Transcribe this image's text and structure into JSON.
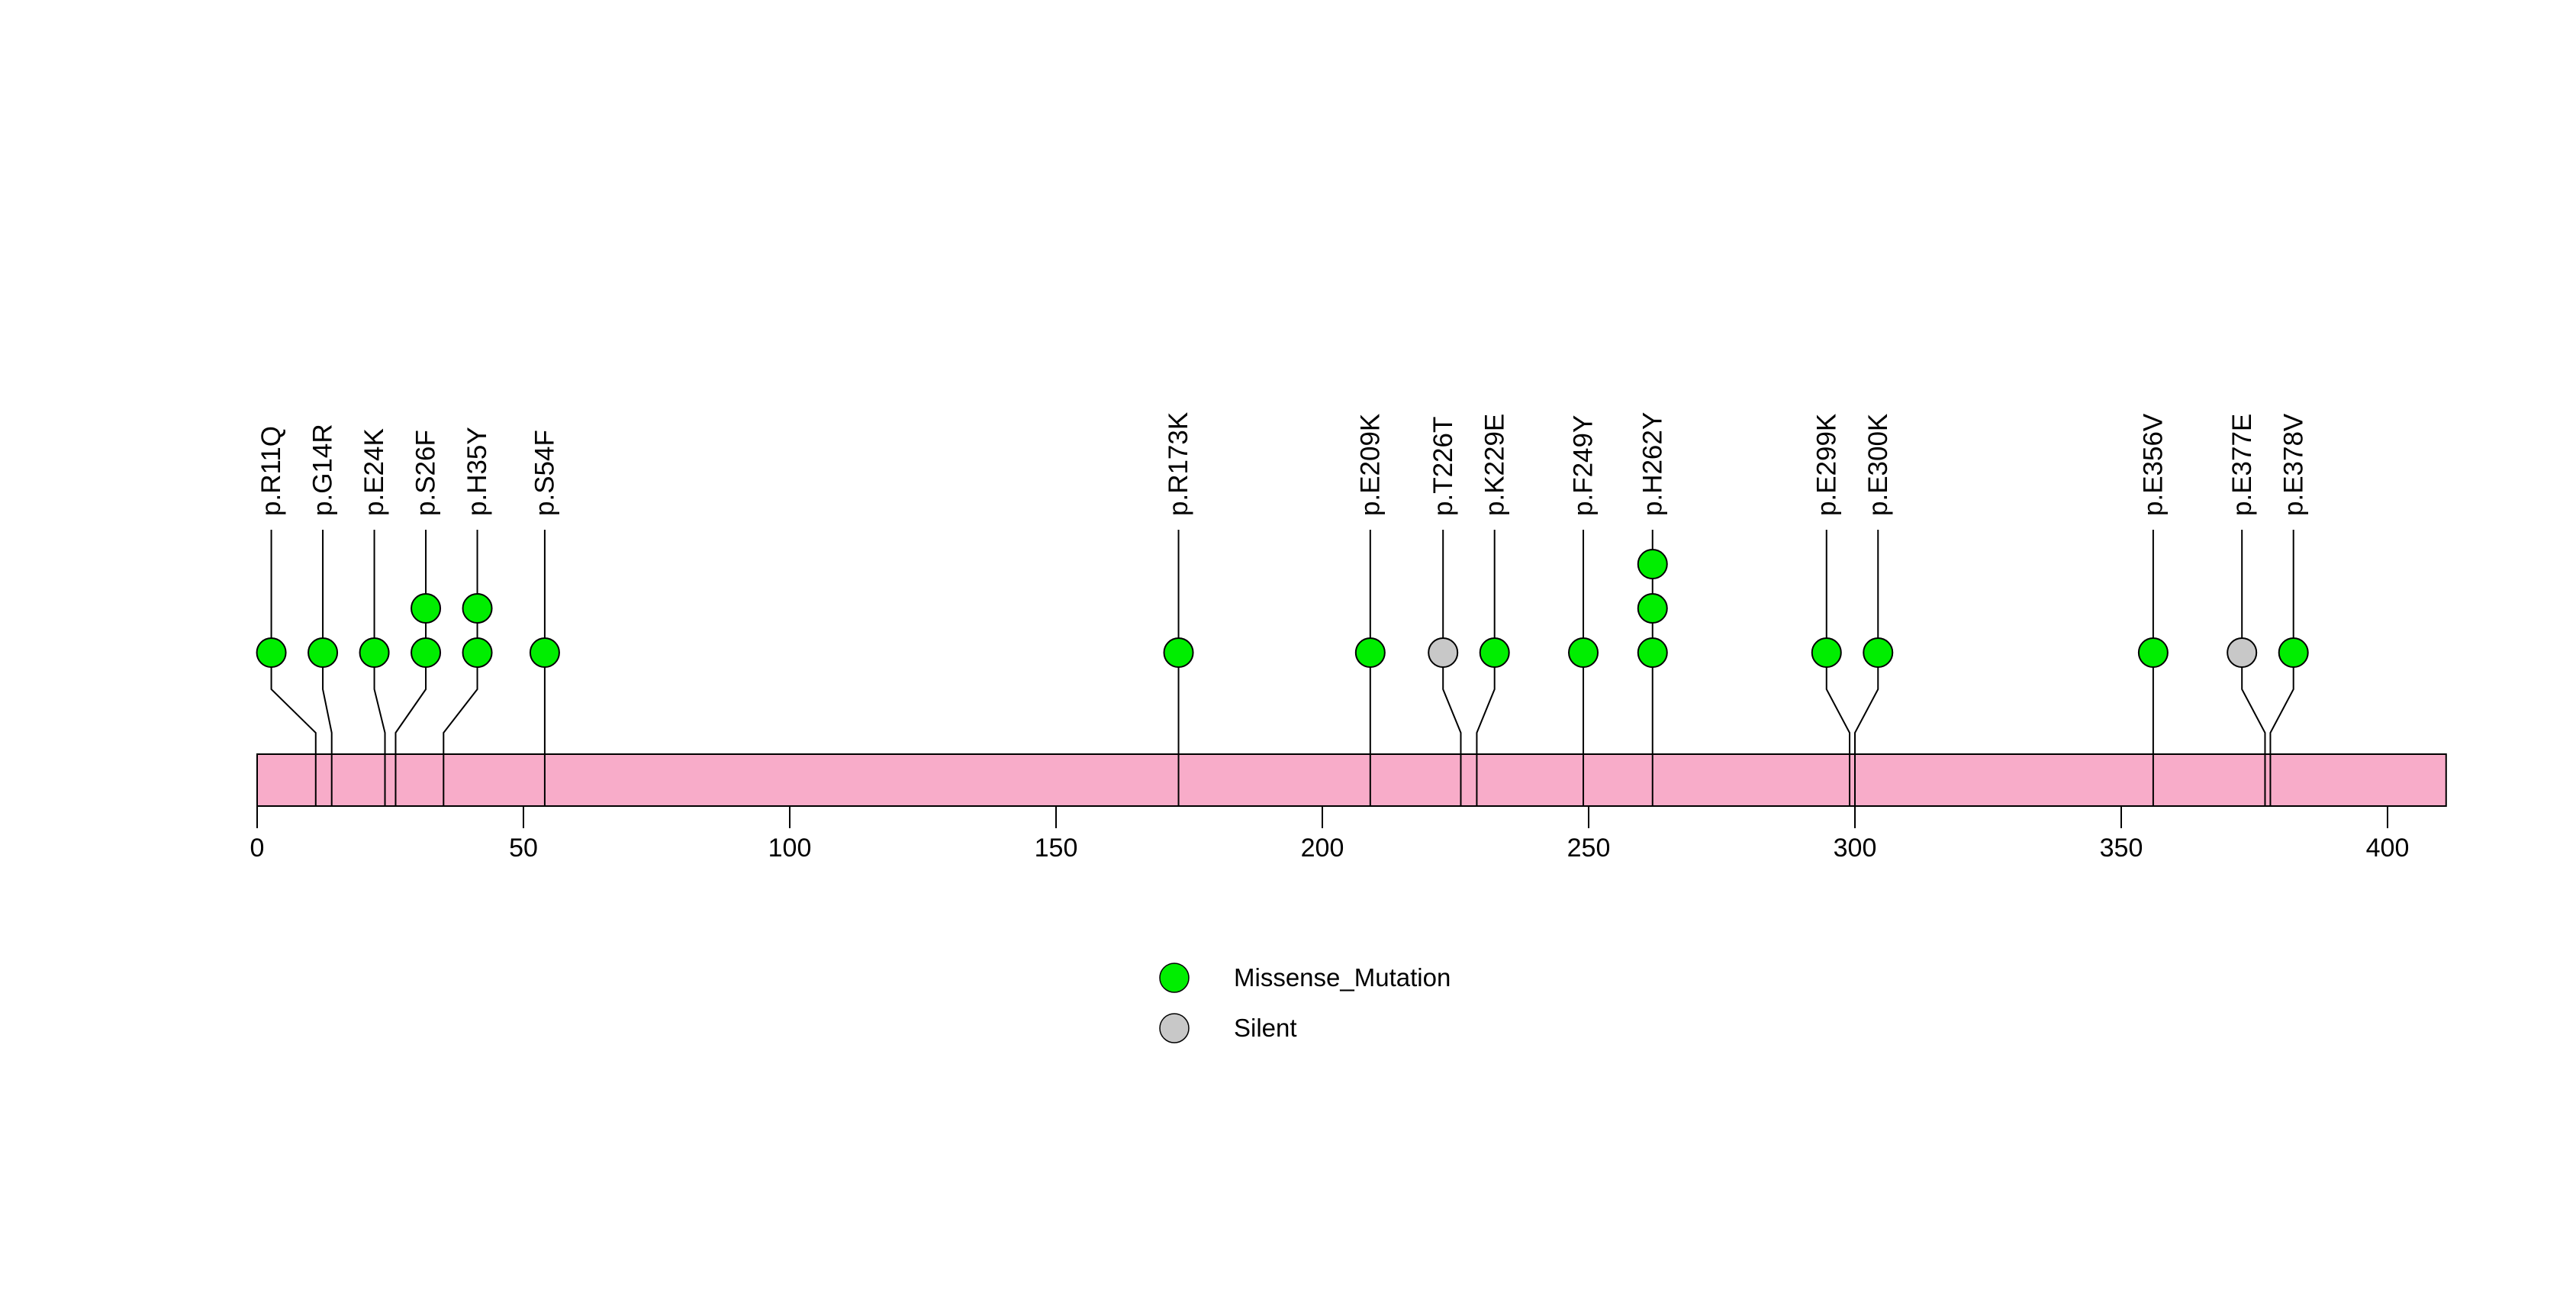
{
  "figure": {
    "background_color": "#ffffff",
    "chart_data": {
      "type": "lollipop",
      "title": "",
      "xlabel": "",
      "ylabel": "",
      "xlim": [
        0,
        411
      ],
      "grid": false,
      "protein": {
        "start": 0,
        "end": 411,
        "bar_color": "#f8acc9",
        "border_color": "#000000"
      },
      "axis_ticks": [
        0,
        50,
        100,
        150,
        200,
        250,
        300,
        350,
        400
      ],
      "mutation_types": {
        "Missense_Mutation": "#00ee00",
        "Silent": "#c8c8c8"
      },
      "mutations": [
        {
          "label": "p.R11Q",
          "position": 11,
          "count": 1,
          "type": "Missense_Mutation"
        },
        {
          "label": "p.G14R",
          "position": 14,
          "count": 1,
          "type": "Missense_Mutation"
        },
        {
          "label": "p.E24K",
          "position": 24,
          "count": 1,
          "type": "Missense_Mutation"
        },
        {
          "label": "p.S26F",
          "position": 26,
          "count": 2,
          "type": "Missense_Mutation"
        },
        {
          "label": "p.H35Y",
          "position": 35,
          "count": 2,
          "type": "Missense_Mutation"
        },
        {
          "label": "p.S54F",
          "position": 54,
          "count": 1,
          "type": "Missense_Mutation"
        },
        {
          "label": "p.R173K",
          "position": 173,
          "count": 1,
          "type": "Missense_Mutation"
        },
        {
          "label": "p.E209K",
          "position": 209,
          "count": 1,
          "type": "Missense_Mutation"
        },
        {
          "label": "p.T226T",
          "position": 226,
          "count": 1,
          "type": "Silent"
        },
        {
          "label": "p.K229E",
          "position": 229,
          "count": 1,
          "type": "Missense_Mutation"
        },
        {
          "label": "p.F249Y",
          "position": 249,
          "count": 1,
          "type": "Missense_Mutation"
        },
        {
          "label": "p.H262Y",
          "position": 262,
          "count": 3,
          "type": "Missense_Mutation"
        },
        {
          "label": "p.E299K",
          "position": 299,
          "count": 1,
          "type": "Missense_Mutation"
        },
        {
          "label": "p.E300K",
          "position": 300,
          "count": 1,
          "type": "Missense_Mutation"
        },
        {
          "label": "p.E356V",
          "position": 356,
          "count": 1,
          "type": "Missense_Mutation"
        },
        {
          "label": "p.E377E",
          "position": 377,
          "count": 1,
          "type": "Silent"
        },
        {
          "label": "p.E378V",
          "position": 378,
          "count": 1,
          "type": "Missense_Mutation"
        }
      ],
      "legend_position": "bottom-center"
    },
    "legend": {
      "items": [
        {
          "label": "Missense_Mutation",
          "color": "#00ee00"
        },
        {
          "label": "Silent",
          "color": "#c8c8c8"
        }
      ]
    }
  }
}
